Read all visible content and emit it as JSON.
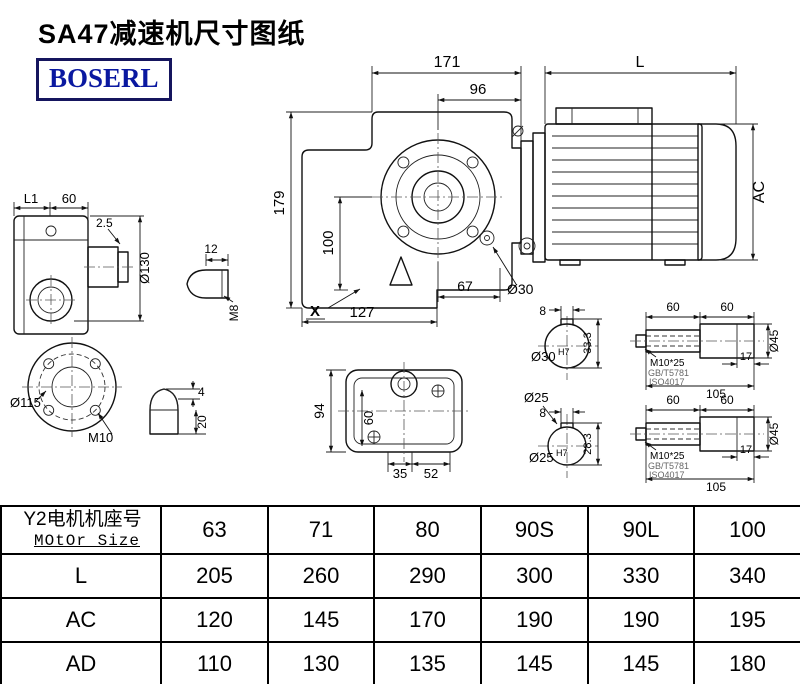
{
  "page": {
    "title": "SA47减速机尺寸图纸",
    "logo": "BOSERL"
  },
  "front_view": {
    "w171": "171",
    "w96": "96",
    "h179": "179",
    "h100": "100",
    "w67": "67",
    "bore": "Ø30",
    "view_x": "X",
    "w127": "127"
  },
  "motor_view": {
    "len": "L",
    "ac": "AC"
  },
  "side_view": {
    "l1": "L1",
    "w60": "60",
    "gap": "2.5",
    "dia": "Ø130"
  },
  "flange_view": {
    "dia": "Ø115",
    "bolt": "M10"
  },
  "plug_m8": {
    "len": "12",
    "thread": "M8"
  },
  "plug_m10": {
    "tip": "4",
    "len": "20"
  },
  "bottom_view": {
    "h94": "94",
    "h60": "60",
    "w35": "35",
    "w52": "52"
  },
  "bore30": {
    "key_w": "8",
    "key_h": "33.3",
    "dia": "Ø30",
    "tol": "H7"
  },
  "bore25": {
    "label": "Ø25",
    "key_w": "8",
    "key_h": "28.3",
    "dia": "Ø25",
    "tol": "H7"
  },
  "shaft_views": [
    {
      "seg1": "60",
      "seg2": "60",
      "screw": "M10*25",
      "std1": "GB/T5781",
      "std2": "ISO4017",
      "d17": "17",
      "d105": "105",
      "dia": "Ø45"
    },
    {
      "seg1": "60",
      "seg2": "60",
      "screw": "M10*25",
      "std1": "GB/T5781",
      "std2": "ISO4017",
      "d17": "17",
      "d105": "105",
      "dia": "Ø45"
    }
  ],
  "table": {
    "header_cn": "Y2电机机座号",
    "header_en": "MOtOr Size",
    "sizes": [
      "63",
      "71",
      "80",
      "90S",
      "90L",
      "100"
    ],
    "rows": [
      {
        "label": "L",
        "values": [
          "205",
          "260",
          "290",
          "300",
          "330",
          "340"
        ]
      },
      {
        "label": "AC",
        "values": [
          "120",
          "145",
          "170",
          "190",
          "190",
          "195"
        ]
      },
      {
        "label": "AD",
        "values": [
          "110",
          "130",
          "135",
          "145",
          "145",
          "180"
        ]
      }
    ]
  }
}
